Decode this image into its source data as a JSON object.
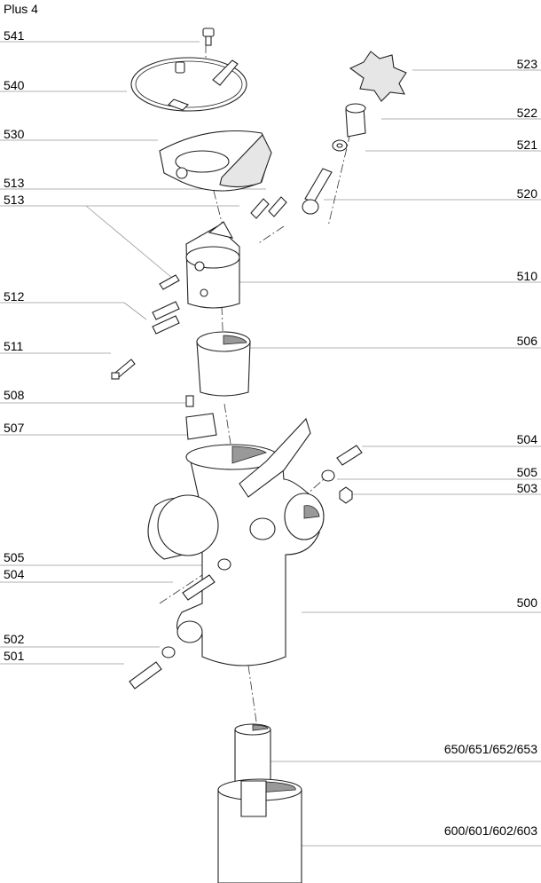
{
  "title": "Plus 4",
  "labels_left": [
    {
      "id": "541",
      "text": "541"
    },
    {
      "id": "540",
      "text": "540"
    },
    {
      "id": "530",
      "text": "530"
    },
    {
      "id": "513a",
      "text": "513"
    },
    {
      "id": "513b",
      "text": "513"
    },
    {
      "id": "512",
      "text": "512"
    },
    {
      "id": "511",
      "text": "511"
    },
    {
      "id": "508",
      "text": "508"
    },
    {
      "id": "507",
      "text": "507"
    },
    {
      "id": "505",
      "text": "505"
    },
    {
      "id": "504",
      "text": "504"
    },
    {
      "id": "502",
      "text": "502"
    },
    {
      "id": "501",
      "text": "501"
    }
  ],
  "labels_right": [
    {
      "id": "523",
      "text": "523"
    },
    {
      "id": "522",
      "text": "522"
    },
    {
      "id": "521",
      "text": "521"
    },
    {
      "id": "520",
      "text": "520"
    },
    {
      "id": "510",
      "text": "510"
    },
    {
      "id": "506",
      "text": "506"
    },
    {
      "id": "504",
      "text": "504"
    },
    {
      "id": "505",
      "text": "505"
    },
    {
      "id": "503",
      "text": "503"
    },
    {
      "id": "500",
      "text": "500"
    },
    {
      "id": "650",
      "text": "650/651/652/653"
    },
    {
      "id": "600",
      "text": "600/601/602/603"
    }
  ]
}
